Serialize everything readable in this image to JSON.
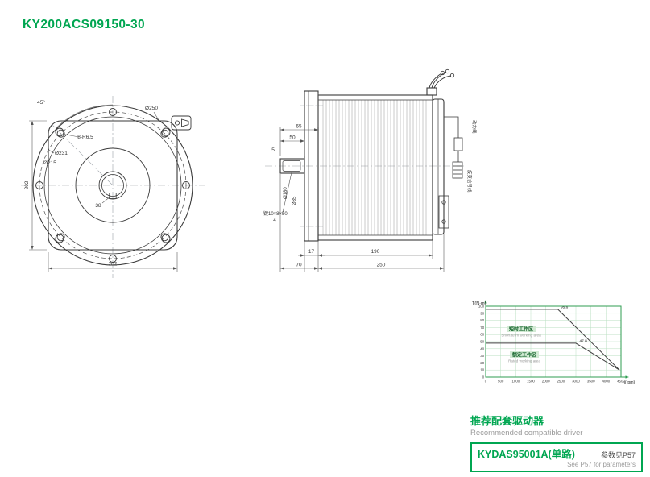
{
  "title": "KY200ACS09150-30",
  "colors": {
    "accent": "#00a651",
    "drawing_line": "#3a3a3a",
    "dim_text": "#333333",
    "chart_border": "#2f9e52",
    "chart_grid": "#b9dfc1",
    "muted": "#9a9a9a"
  },
  "front_view": {
    "dim_angle": "45°",
    "dim_outer": "Ø250",
    "dim_holes": "8-R6.5",
    "dim_bolt_circle": "Ø231",
    "dim_spigot": "Ø215",
    "dim_key": "38",
    "dim_height": "202",
    "dim_width": "202"
  },
  "side_view": {
    "dim_65": "65",
    "dim_50": "50",
    "dim_5": "5",
    "dim_4": "4",
    "dim_flange_dia": "Ø180",
    "dim_shaft_dia": "Ø35",
    "dim_key": "键10×8×50",
    "dim_17": "17",
    "dim_190": "190",
    "dim_70": "70",
    "dim_250": "250",
    "label_power_wires": "动力线",
    "label_signal_wires": "旋变信号线"
  },
  "chart_data": {
    "type": "line",
    "title": "",
    "xlabel": "n(rpm)",
    "ylabel": "T(N·m)",
    "xlim": [
      0,
      4500
    ],
    "ylim": [
      0,
      100
    ],
    "x_ticks": [
      0,
      500,
      1000,
      1500,
      2000,
      2500,
      3000,
      3500,
      4000,
      4500
    ],
    "y_ticks": [
      0,
      10,
      20,
      30,
      40,
      50,
      60,
      70,
      80,
      90,
      100
    ],
    "grid": true,
    "legend_position": "inside",
    "series": [
      {
        "name": "短时工作区",
        "points": [
          [
            0,
            95.6
          ],
          [
            2400,
            95.6
          ],
          [
            4450,
            10
          ]
        ]
      },
      {
        "name": "额定工作区",
        "points": [
          [
            0,
            47.8
          ],
          [
            3000,
            47.8
          ],
          [
            4450,
            10
          ]
        ]
      }
    ],
    "annotations": [
      {
        "text": "95.6",
        "x": 2450,
        "y": 95.6
      },
      {
        "text": "47.8",
        "x": 3080,
        "y": 47.8
      }
    ],
    "regions": [
      {
        "cn": "短时工作区",
        "en": "Short-term working area"
      },
      {
        "cn": "额定工作区",
        "en": "Rated working area"
      }
    ]
  },
  "driver": {
    "heading_cn": "推荐配套驱动器",
    "heading_en": "Recommended compatible driver",
    "model": "KYDAS95001A(单路)",
    "note_cn": "参数见P57",
    "note_en": "See P57 for parameters"
  }
}
